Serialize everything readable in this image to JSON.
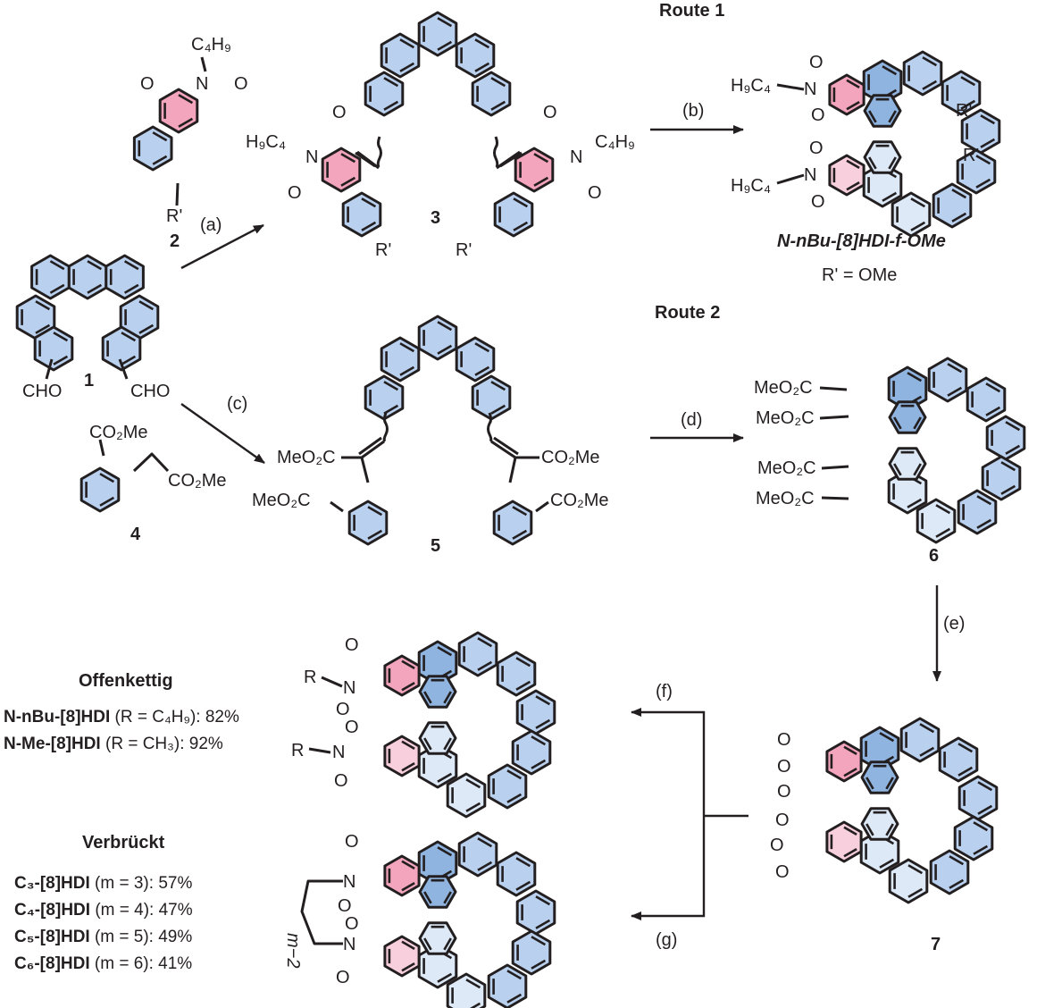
{
  "colors": {
    "ring_blue": "#b9d1ee",
    "ring_blue_dark": "#8fb4e0",
    "ring_blue_light": "#dde9f7",
    "ring_pink": "#f3a5bd",
    "ring_pink_light": "#f8cfdc",
    "ink": "#231f20"
  },
  "headings": {
    "route1": "Route 1",
    "route2": "Route 2",
    "open_chain": "Offenkettig",
    "bridged": "Verbrückt"
  },
  "compounds": {
    "c1": {
      "number": "1",
      "cho_left": "CHO",
      "cho_right": "CHO"
    },
    "c2": {
      "number": "2",
      "n_sub": "C₄H₉",
      "r_prime": "R'"
    },
    "c3": {
      "number": "3",
      "n_left": "H₉C₄",
      "n_right": "C₄H₉",
      "r_left": "R'",
      "r_right": "R'"
    },
    "c4": {
      "number": "4",
      "ester_top": "CO₂Me",
      "ester_right": "CO₂Me"
    },
    "c5": {
      "number": "5",
      "ester_a": "MeO₂C",
      "ester_b": "MeO₂C",
      "ester_c": "CO₂Me",
      "ester_d": "CO₂Me"
    },
    "c6": {
      "number": "6",
      "ester_1": "MeO₂C",
      "ester_2": "MeO₂C",
      "ester_3": "MeO₂C",
      "ester_4": "MeO₂C"
    },
    "c7": {
      "number": "7"
    },
    "product_r1": {
      "name": "N-nBu-[8]HDI-f-OMe",
      "r_def": "R' = OMe",
      "n_sub_top": "H₉C₄",
      "n_sub_bottom": "H₉C₄",
      "r_top": "R'",
      "r_bottom": "R'"
    }
  },
  "atoms": {
    "N": "N",
    "O": "O",
    "R": "R",
    "m_index": "m−2"
  },
  "steps": {
    "a": "(a)",
    "b": "(b)",
    "c": "(c)",
    "d": "(d)",
    "e": "(e)",
    "f": "(f)",
    "g": "(g)"
  },
  "open_chain": [
    {
      "name": "N-nBu-[8]HDI",
      "detail": " (R = C₄H₉): 82%"
    },
    {
      "name": "N-Me-[8]HDI",
      "detail": " (R = CH₃): 92%"
    }
  ],
  "bridged": [
    {
      "name": "C₃-[8]HDI",
      "detail": " (m = 3): 57%"
    },
    {
      "name": "C₄-[8]HDI",
      "detail": " (m = 4): 47%"
    },
    {
      "name": "C₅-[8]HDI",
      "detail": " (m = 5): 49%"
    },
    {
      "name": "C₆-[8]HDI",
      "detail": " (m = 6): 41%"
    }
  ]
}
